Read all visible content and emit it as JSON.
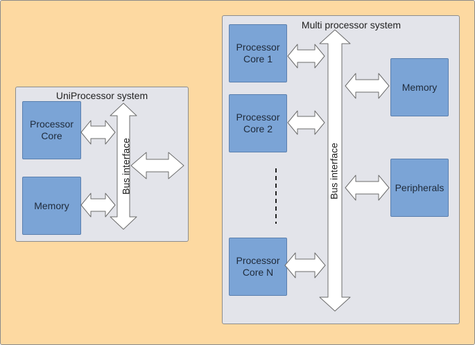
{
  "uni": {
    "title": "UniProcessor system",
    "processor": "Processor\nCore",
    "memory": "Memory",
    "bus": "Bus interface"
  },
  "multi": {
    "title": "Multi processor system",
    "core1": "Processor\nCore 1",
    "core2": "Processor\nCore 2",
    "coreN": "Processor\nCore N",
    "memory": "Memory",
    "peripherals": "Peripherals",
    "bus": "Bus interface"
  },
  "colors": {
    "background": "#fdd9a1",
    "panel": "#e3e4ea",
    "block": "#7ba4d6"
  }
}
